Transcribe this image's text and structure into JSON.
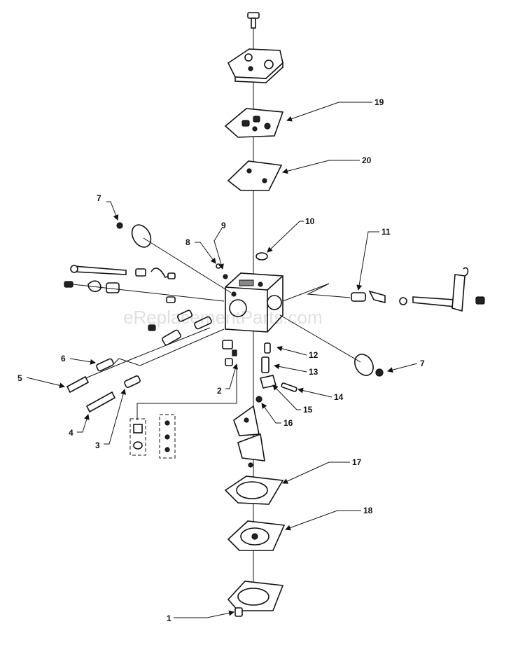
{
  "watermark": "eReplacementParts.com",
  "callouts": [
    "1",
    "2",
    "3",
    "4",
    "5",
    "6",
    "7",
    "7",
    "8",
    "9",
    "10",
    "11",
    "12",
    "13",
    "14",
    "15",
    "16",
    "17",
    "18",
    "19",
    "20"
  ],
  "colors": {
    "ink": "#111111",
    "background": "#ffffff"
  }
}
